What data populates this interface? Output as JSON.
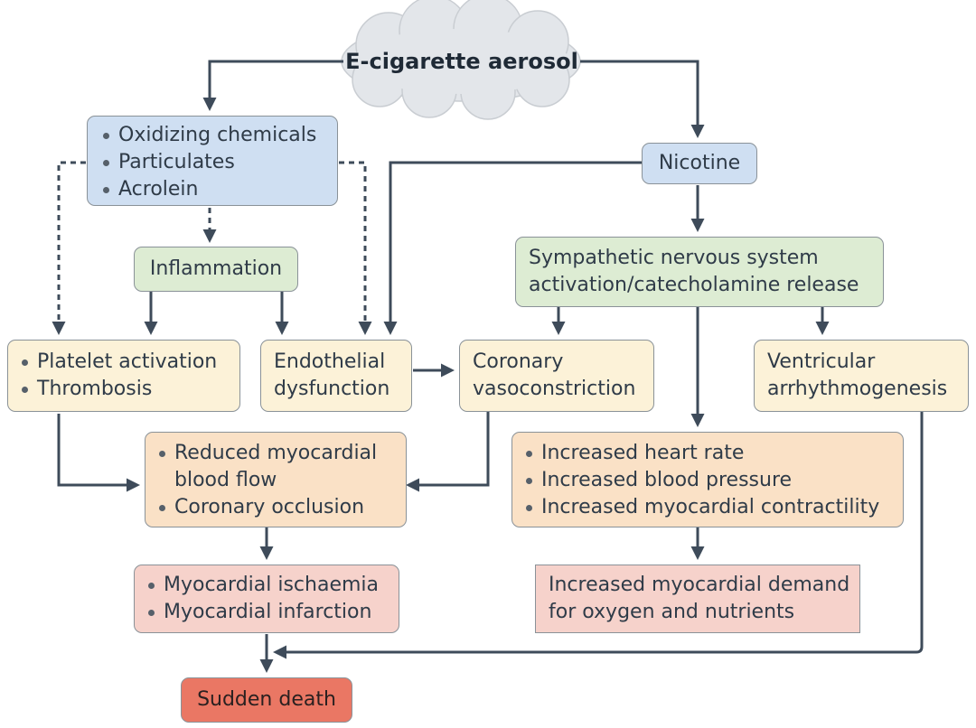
{
  "source": {
    "label": "E-cigarette aerosol"
  },
  "nodes": {
    "chemicals": [
      "Oxidizing chemicals",
      "Particulates",
      "Acrolein"
    ],
    "nicotine": "Nicotine",
    "inflammation": "Inflammation",
    "sympathetic": {
      "line1": "Sympathetic nervous system",
      "line2": "activation/catecholamine release"
    },
    "platelet": [
      "Platelet activation",
      "Thrombosis"
    ],
    "endothelial": {
      "line1": "Endothelial",
      "line2": "dysfunction"
    },
    "coronary_vaso": {
      "line1": "Coronary",
      "line2": "vasoconstriction"
    },
    "ventricular": {
      "line1": "Ventricular",
      "line2": "arrhythmogenesis"
    },
    "reduced_flow": {
      "item1_line1": "Reduced myocardial",
      "item1_line2": "blood flow",
      "item2": "Coronary occlusion"
    },
    "increased": [
      "Increased heart rate",
      "Increased blood pressure",
      "Increased myocardial contractility"
    ],
    "ischaemia": [
      "Myocardial ischaemia",
      "Myocardial infarction"
    ],
    "demand": {
      "line1": "Increased myocardial demand",
      "line2": "for oxygen and nutrients"
    },
    "sudden_death": "Sudden death"
  },
  "colors": {
    "arrow": "#3e4b5a",
    "blue_box": "#cfdff2",
    "green_box": "#ddecd3",
    "yellow_box": "#fcf2d8",
    "peach_box": "#fae1c6",
    "pink_box": "#f6d2cb",
    "red_box": "#ea7764",
    "cloud": "#e3e6ea"
  }
}
